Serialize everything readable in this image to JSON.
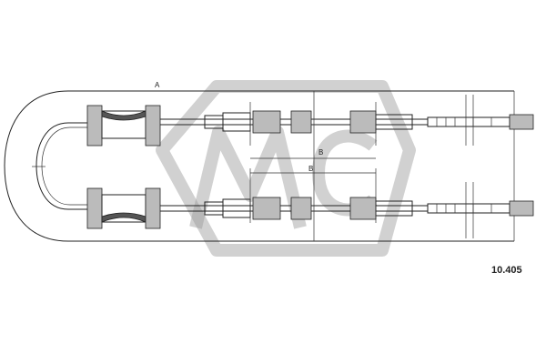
{
  "diagram": {
    "dimension_labels": {
      "a": "A",
      "b_upper": "B",
      "b_lower": "B"
    },
    "part_number": "10.405",
    "logo": "mc-watermark"
  }
}
